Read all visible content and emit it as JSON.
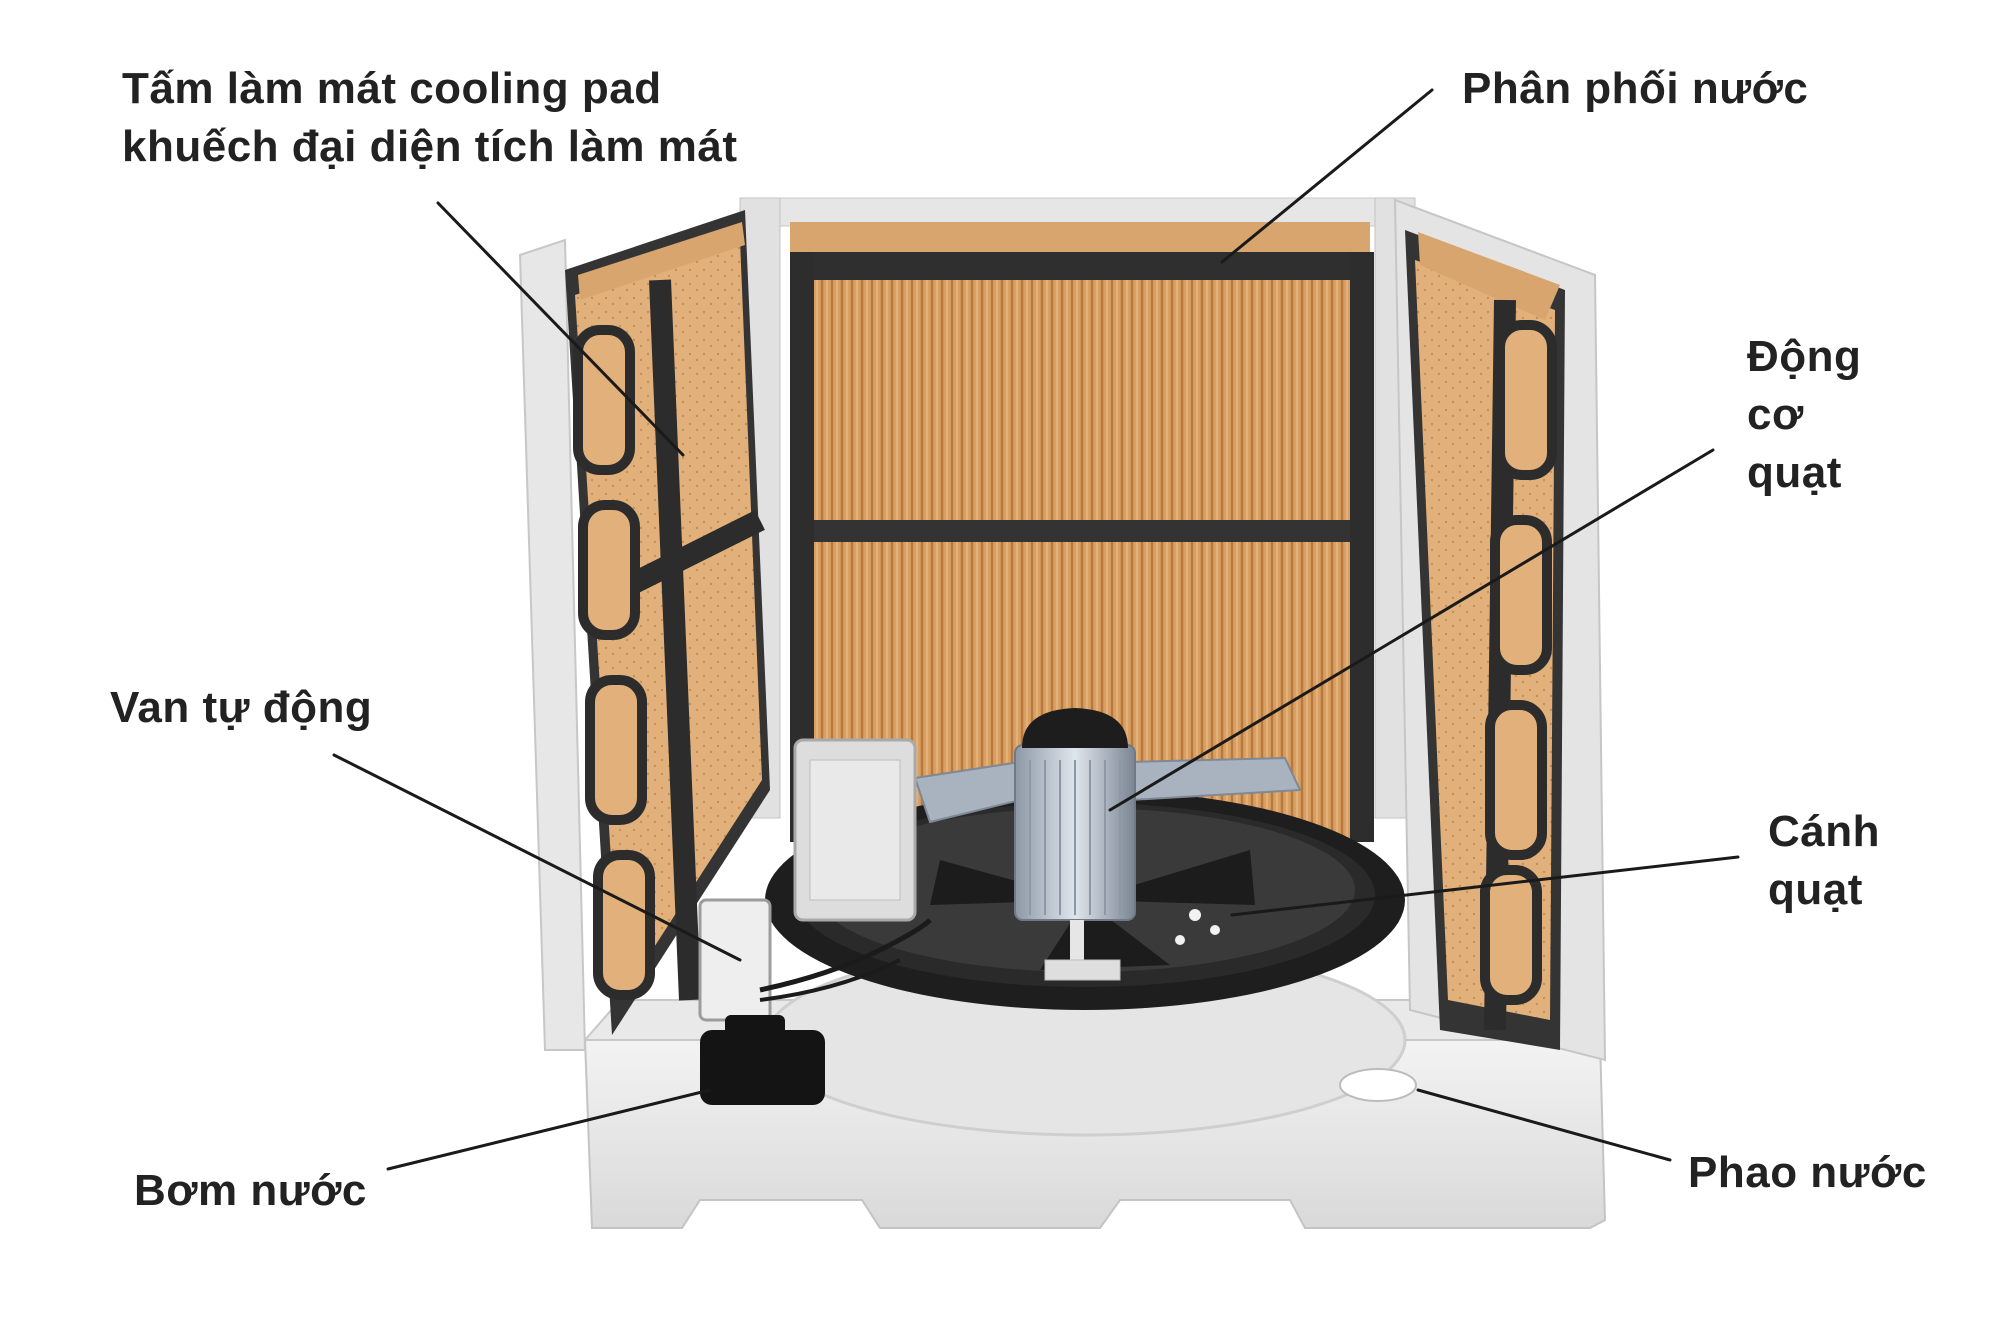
{
  "labels": {
    "cooling_pad": [
      "Tấm làm mát cooling pad",
      "khuếch đại diện tích làm mát"
    ],
    "water_distribution": "Phân phối nước",
    "fan_motor": [
      "Động",
      "cơ",
      "quạt"
    ],
    "auto_valve": "Van tự động",
    "fan_blade": [
      "Cánh",
      "quạt"
    ],
    "water_pump": "Bơm nước",
    "water_float": "Phao nước"
  },
  "colors": {
    "pad": "#d9a064",
    "pad_line": "#b8783e",
    "frame": "#3a3a3a",
    "housing": "#ededed",
    "label_text": "#222222",
    "leader_line": "#1a1a1a"
  }
}
